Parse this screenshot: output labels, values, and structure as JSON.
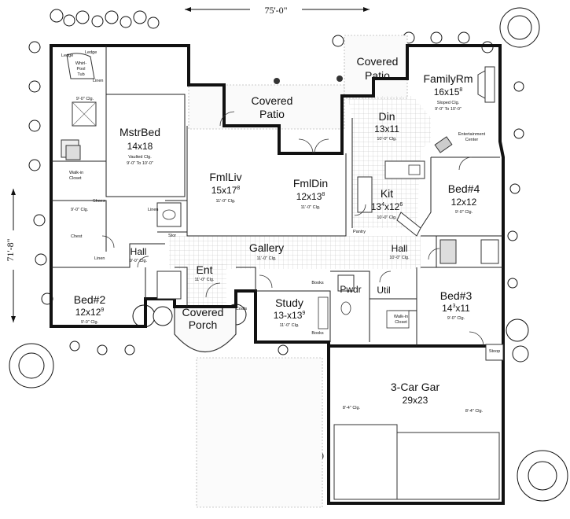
{
  "dimensions": {
    "width": "75'-0\"",
    "depth": "71'-8\""
  },
  "rooms": {
    "covered_patio_rear": {
      "name": "Covered",
      "name2": "Patio"
    },
    "covered_patio_family": {
      "name": "Covered",
      "name2": "Patio"
    },
    "family_rm": {
      "name": "FamilyRm",
      "size": "16x15",
      "size_sup": "8",
      "ceiling": "Sloped Clg.",
      "ceiling2": "9'-0\" To 10'-0\"",
      "extra": "Entertainment",
      "extra2": "Center"
    },
    "mstr_bed": {
      "name": "MstrBed",
      "size": "14x18",
      "ceiling": "Vaulted Clg.",
      "ceiling2": "9'-0\" To 10'-0\""
    },
    "master_bath": {
      "ledge1": "Ledge",
      "ledge2": "Ledge",
      "tub1": "Whirl-",
      "tub2": "Pool",
      "tub3": "Tub",
      "ceiling": "9'-0\" Clg.",
      "linen": "Linen"
    },
    "walkin_closet_master": {
      "name1": "Walk-in",
      "name2": "Closet",
      "ceiling": "9'-0\" Clg.",
      "shoes": "Shoes",
      "chest": "Chest"
    },
    "fml_liv": {
      "name": "FmlLiv",
      "size": "15x17",
      "size_sup": "8",
      "ceiling": "11'-0\" Clg."
    },
    "fml_din": {
      "name": "FmlDin",
      "size": "12x13",
      "size_sup": "8",
      "ceiling": "11'-0\" Clg."
    },
    "din": {
      "name": "Din",
      "size": "13x11",
      "ceiling": "10'-0\" Clg."
    },
    "kit": {
      "name": "Kit",
      "size": "13",
      "size_sup": "4",
      "size2": "x12",
      "size2_sup": "6",
      "ceiling": "10'-0\" Clg.",
      "pantry": "Pantry"
    },
    "bed4": {
      "name": "Bed#4",
      "size": "12x12",
      "ceiling": "9'-0\" Clg."
    },
    "gallery": {
      "name": "Gallery",
      "ceiling": "11'-0\" Clg."
    },
    "hall_left": {
      "name": "Hall",
      "ceiling": "9'-0\" Clg.",
      "linen": "Linen",
      "linen2": "Linen",
      "stor": "Stor"
    },
    "hall_right": {
      "name": "Hall",
      "ceiling": "10'-0\" Clg."
    },
    "ent": {
      "name": "Ent",
      "ceiling": "11'-0\" Clg."
    },
    "bed2": {
      "name": "Bed#2",
      "size": "12x12",
      "size_sup": "9",
      "ceiling": "9'-0\" Clg."
    },
    "covered_porch": {
      "name": "Covered",
      "name2": "Porch"
    },
    "coats": {
      "name": "Coats"
    },
    "study": {
      "name": "Study",
      "size": "13-x13",
      "size_sup": "9",
      "ceiling": "11'-0\" Clg.",
      "books1": "Books",
      "books2": "Books"
    },
    "pwdr": {
      "name": "Pwdr"
    },
    "util": {
      "name": "Util"
    },
    "bed3": {
      "name": "Bed#3",
      "size": "14",
      "size_sup": "3",
      "size2": "x11",
      "ceiling": "9'-0\" Clg."
    },
    "walkin_closet_bed3": {
      "name1": "Walk-in",
      "name2": "Closet"
    },
    "stoop": {
      "name": "Stoop"
    },
    "garage": {
      "name": "3-Car Gar",
      "size": "29x23",
      "ceiling_left": "8'-4\" Clg.",
      "ceiling_right": "8'-4\" Clg."
    }
  }
}
